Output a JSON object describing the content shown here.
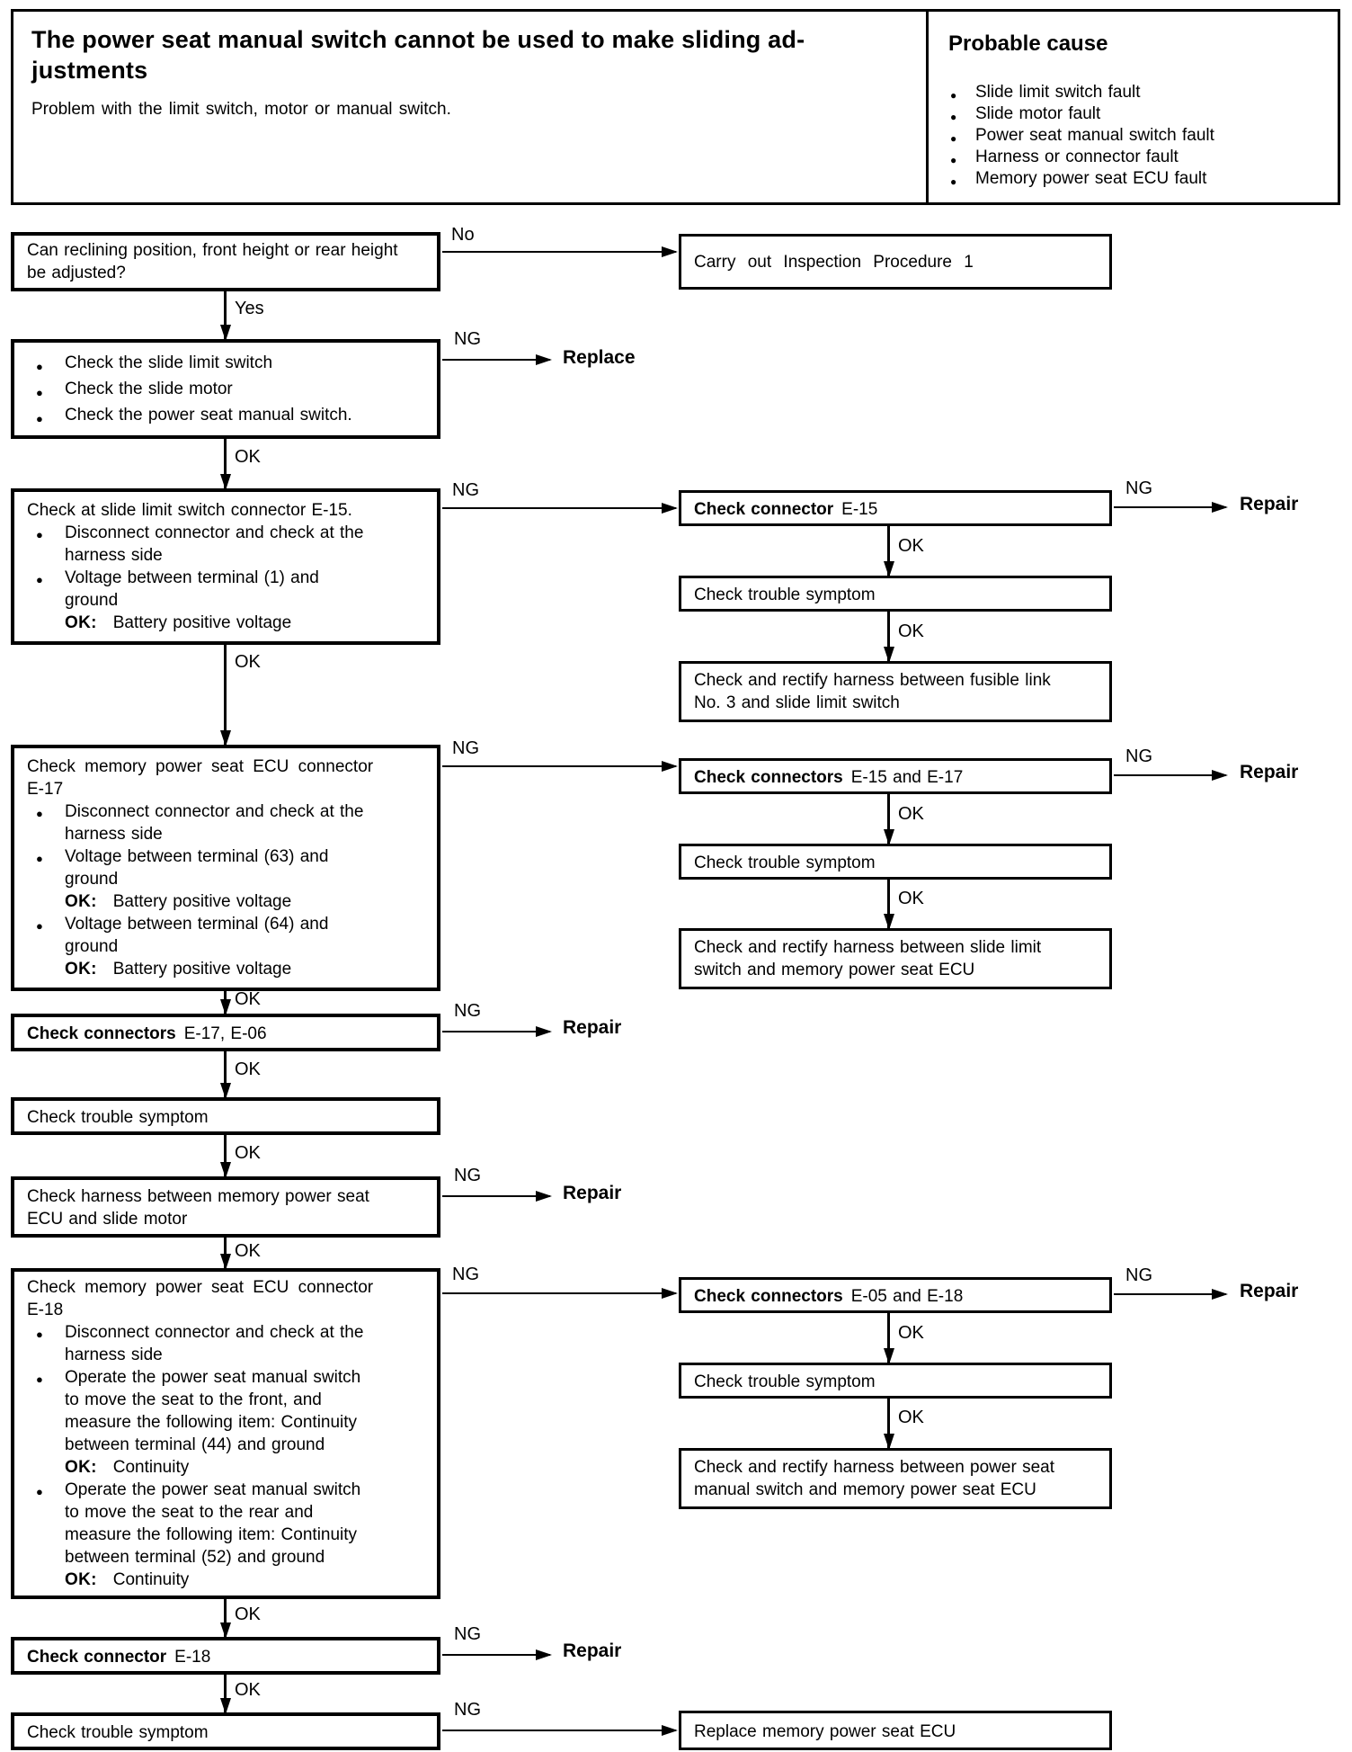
{
  "header": {
    "title": "The power seat manual switch cannot be used to make sliding ad-\njustments",
    "subtitle": "Problem with the limit switch, motor or manual switch.",
    "probable_cause": {
      "title": "Probable cause",
      "items": [
        "Slide limit switch fault",
        "Slide motor fault",
        "Power seat manual switch fault",
        "Harness or connector fault",
        "Memory power seat ECU fault"
      ]
    }
  },
  "labels": {
    "yes": "Yes",
    "no": "No",
    "ok": "OK",
    "ng": "NG",
    "repair": "Repair",
    "replace": "Replace",
    "ok_colon": "OK:"
  },
  "flow": {
    "question": {
      "text": "Can reclining position, front height or rear height\nbe adjusted?"
    },
    "carry_out": {
      "text": "Carry out Inspection Procedure 1"
    },
    "initial_checks": {
      "bullet1": "Check the slide limit switch",
      "bullet2": "Check the slide motor",
      "bullet3": "Check the power seat manual switch."
    },
    "e15_check": {
      "title": "Check at slide limit switch connector E-15.",
      "bullet1": "Disconnect connector and check at the\nharness side",
      "bullet2": "Voltage between terminal (1) and\nground",
      "ok1": "Battery positive voltage"
    },
    "e17_check": {
      "title": "Check memory power seat ECU connector\nE-17",
      "bullet1": "Disconnect connector and check at the\nharness side",
      "bullet2": "Voltage between terminal (63) and\nground",
      "ok2": "Battery positive voltage",
      "bullet3": "Voltage between terminal (64) and\nground",
      "ok3": "Battery positive voltage"
    },
    "connectors_e17_e06": {
      "bold": "Check connectors",
      "rest": "E-17, E-06"
    },
    "trouble_left_1": {
      "text": "Check trouble symptom"
    },
    "harness_motor": {
      "text": "Check harness between memory power seat\nECU and slide motor"
    },
    "e18_check": {
      "title": "Check memory power seat ECU connector\nE-18",
      "bullet1": "Disconnect connector and check at the\nharness side",
      "bullet2": "Operate the power seat manual switch\nto move the seat to the front, and\nmeasure the following item: Continuity\nbetween terminal (44) and ground",
      "ok2": "Continuity",
      "bullet3": "Operate the power seat manual switch\nto move the seat to the rear and\nmeasure the following item: Continuity\nbetween terminal (52) and ground",
      "ok3": "Continuity"
    },
    "connector_e18": {
      "bold": "Check connector",
      "rest": "E-18"
    },
    "trouble_left_2": {
      "text": "Check trouble symptom"
    },
    "replace_ecu": {
      "text": "Replace memory power seat ECU"
    },
    "right1": {
      "conn_bold": "Check connector",
      "conn_rest": "E-15",
      "trouble": "Check trouble symptom",
      "rectify": "Check and rectify harness between fusible link\nNo. 3 and slide limit switch"
    },
    "right2": {
      "conn_bold": "Check connectors",
      "conn_rest": "E-15 and E-17",
      "trouble": "Check trouble symptom",
      "rectify": "Check and rectify harness between slide limit\nswitch and memory power seat ECU"
    },
    "right3": {
      "conn_bold": "Check connectors",
      "conn_rest": "E-05 and E-18",
      "trouble": "Check trouble symptom",
      "rectify": "Check and rectify harness between power seat\nmanual switch and memory power seat ECU"
    }
  }
}
